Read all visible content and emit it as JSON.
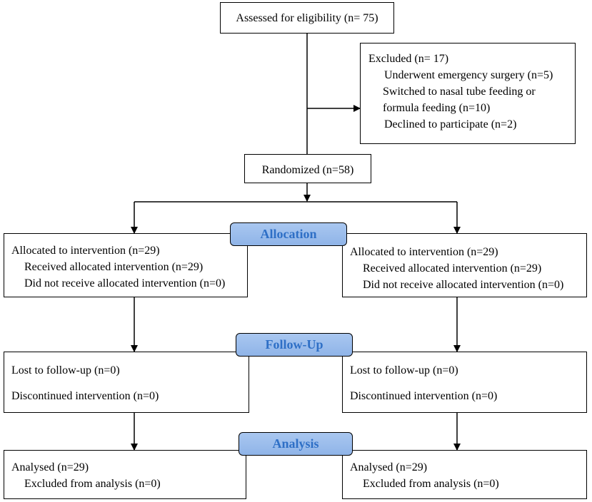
{
  "assessed": "Assessed for eligibility (n= 75)",
  "excluded": {
    "title": "Excluded  (n= 17)",
    "items": [
      "Underwent emergency surgery (n=5)",
      "Switched to nasal tube feeding or",
      "formula feeding (n=10)",
      "Declined to participate (n=2)"
    ]
  },
  "randomized": "Randomized (n=58)",
  "stages": {
    "allocation": "Allocation",
    "followup": "Follow-Up",
    "analysis": "Analysis"
  },
  "left": {
    "allocation": {
      "title": "Allocated to intervention (n=29)",
      "received": "Received allocated intervention (n=29)",
      "not_received": "Did not receive allocated intervention (n=0)"
    },
    "followup": {
      "lost": "Lost to follow-up (n=0)",
      "discontinued": "Discontinued intervention (n=0)"
    },
    "analysis": {
      "analysed": "Analysed  (n=29)",
      "excluded": "Excluded from analysis (n=0)"
    }
  },
  "right": {
    "allocation": {
      "title": "Allocated to intervention (n=29)",
      "received": "Received allocated intervention (n=29)",
      "not_received": "Did not receive allocated intervention (n=0)"
    },
    "followup": {
      "lost": "Lost to follow-up (n=0)",
      "discontinued": "Discontinued intervention (n=0)"
    },
    "analysis": {
      "analysed": "Analysed  (n=29)",
      "excluded": "Excluded from analysis (n=0)"
    }
  }
}
